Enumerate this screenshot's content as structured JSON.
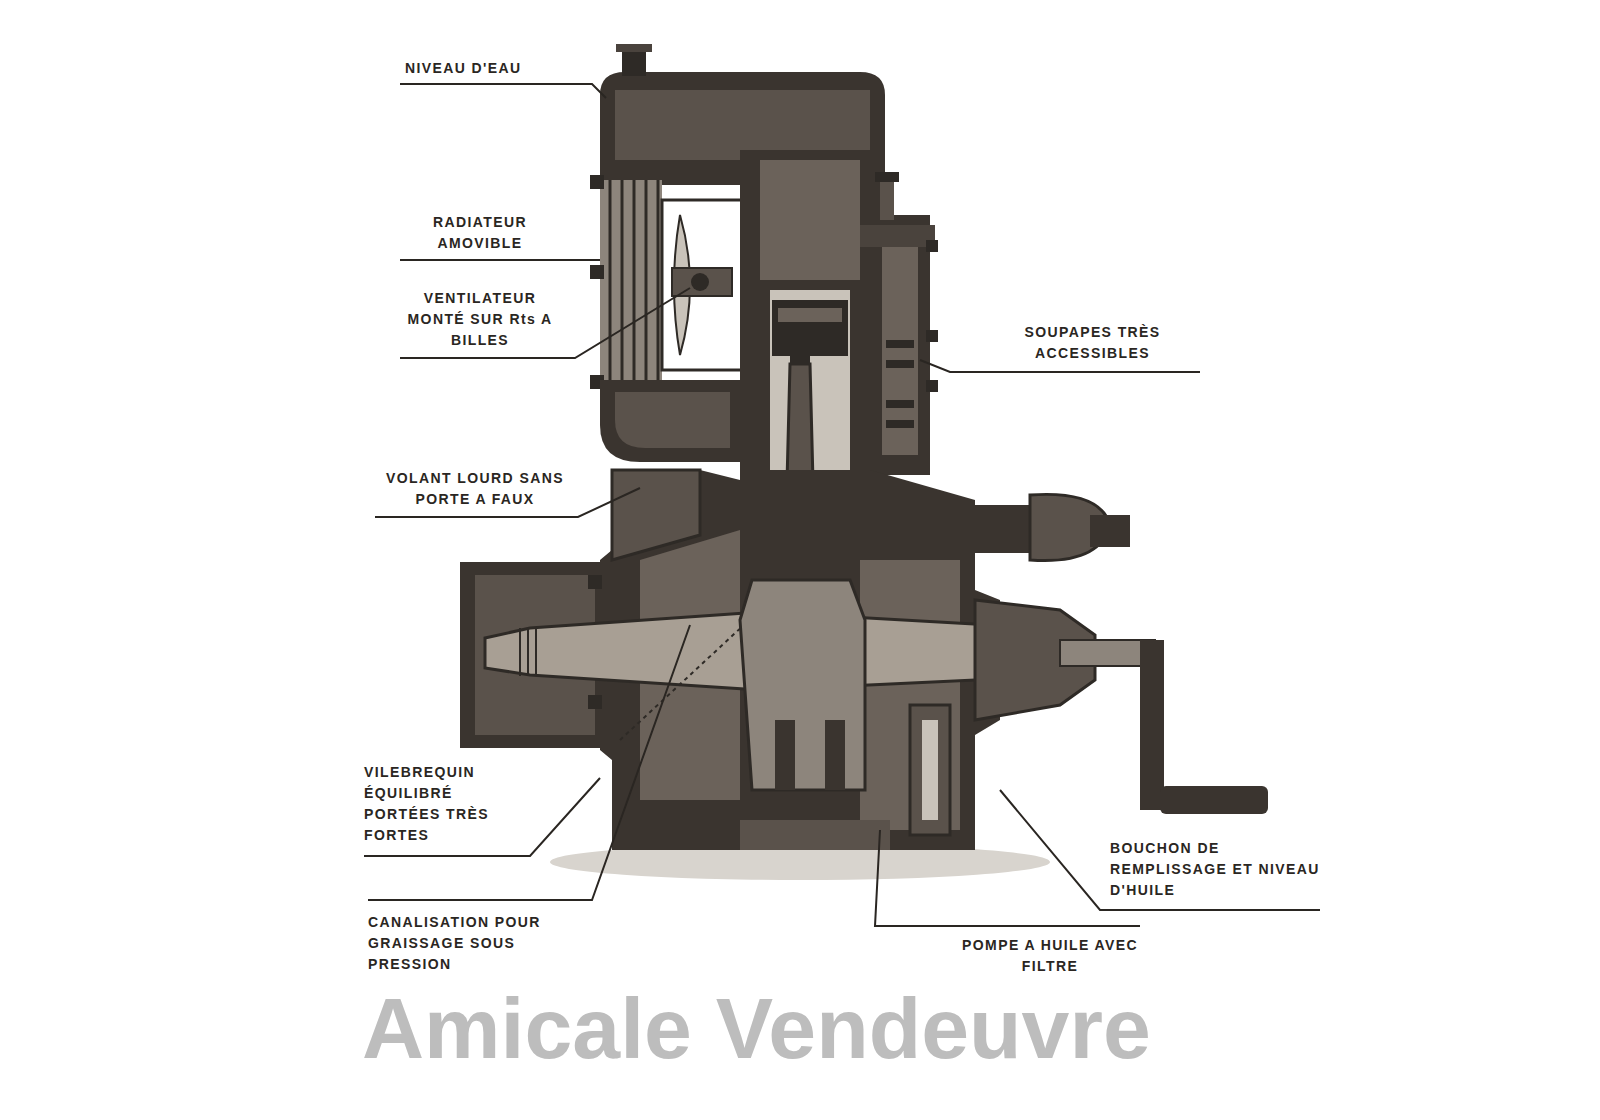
{
  "diagram": {
    "labels": [
      "NIVEAU D'EAU",
      "RADIATEUR AMOVIBLE",
      "VENTILATEUR MONTÉ SUR Rts A BILLES",
      "SOUPAPES TRÈS ACCESSIBLES",
      "VOLANT LOURD SANS PORTE A FAUX",
      "VILEBREQUIN ÉQUILIBRÉ PORTÉES TRÈS FORTES",
      "BOUCHON DE REMPLISSAGE ET NIVEAU D'HUILE",
      "CANALISATION POUR GRAISSAGE SOUS PRESSION",
      "POMPE A HUILE AVEC FILTRE",
      "Amicale Vendeuvre"
    ]
  }
}
